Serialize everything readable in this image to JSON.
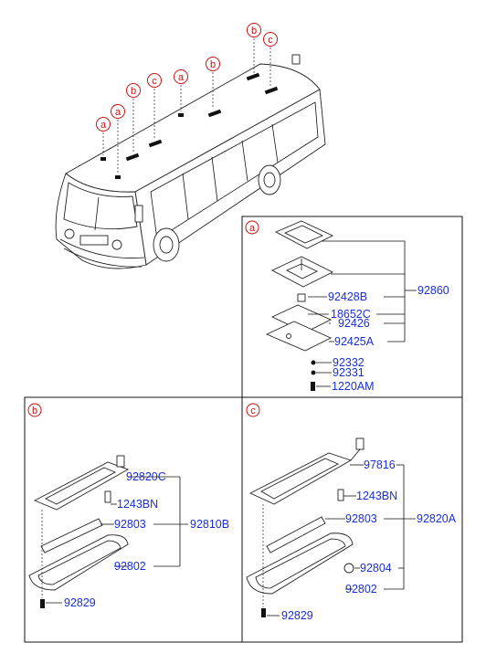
{
  "overview": {
    "callouts": [
      "a",
      "a",
      "b",
      "c",
      "a",
      "b",
      "b",
      "c"
    ]
  },
  "panel_a": {
    "badge": "a",
    "labels": [
      "92860",
      "92428B",
      "18652C",
      "92426",
      "92425A",
      "92332",
      "92331",
      "1220AM"
    ]
  },
  "panel_b": {
    "badge": "b",
    "labels": [
      "92820C",
      "1243BN",
      "92803",
      "92810B",
      "92802",
      "92829"
    ]
  },
  "panel_c": {
    "badge": "c",
    "labels": [
      "97816",
      "1243BN",
      "92803",
      "92820A",
      "92804",
      "92802",
      "92829"
    ]
  },
  "colors": {
    "label": "#1a2fd0",
    "callout": "#cc1111",
    "line": "#111111"
  }
}
